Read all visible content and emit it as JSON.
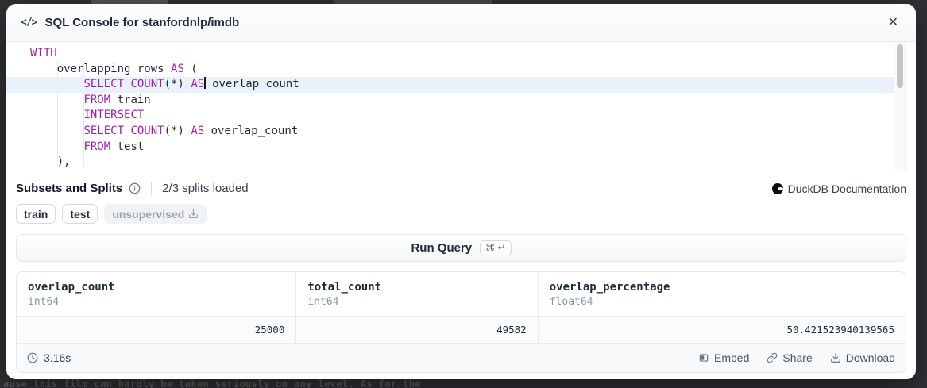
{
  "window": {
    "title": "SQL Console for stanfordnlp/imdb",
    "close": "✕"
  },
  "editor": {
    "active_line": 2,
    "lines": [
      [
        [
          "kw",
          "WITH"
        ]
      ],
      [
        [
          "pl",
          "    overlapping_rows "
        ],
        [
          "kw",
          "AS"
        ],
        [
          "pl",
          " ("
        ]
      ],
      [
        [
          "pl",
          "        "
        ],
        [
          "kw",
          "SELECT"
        ],
        [
          "pl",
          " "
        ],
        [
          "kw",
          "COUNT"
        ],
        [
          "pl",
          "(*) "
        ],
        [
          "kw",
          "AS"
        ],
        [
          "cur",
          ""
        ],
        [
          "pl",
          " overlap_count"
        ]
      ],
      [
        [
          "pl",
          "        "
        ],
        [
          "kw",
          "FROM"
        ],
        [
          "pl",
          " train"
        ]
      ],
      [
        [
          "pl",
          "        "
        ],
        [
          "kw",
          "INTERSECT"
        ]
      ],
      [
        [
          "pl",
          "        "
        ],
        [
          "kw",
          "SELECT"
        ],
        [
          "pl",
          " "
        ],
        [
          "kw",
          "COUNT"
        ],
        [
          "pl",
          "(*) "
        ],
        [
          "kw",
          "AS"
        ],
        [
          "pl",
          " overlap_count"
        ]
      ],
      [
        [
          "pl",
          "        "
        ],
        [
          "kw",
          "FROM"
        ],
        [
          "pl",
          " test"
        ]
      ],
      [
        [
          "pl",
          "    ),"
        ]
      ]
    ]
  },
  "subsets": {
    "heading": "Subsets and Splits",
    "status": "2/3 splits loaded",
    "documentation_link": "DuckDB Documentation",
    "splits": [
      {
        "label": "train",
        "loaded": true
      },
      {
        "label": "test",
        "loaded": true
      },
      {
        "label": "unsupervised",
        "loaded": false
      }
    ]
  },
  "run_query": {
    "label": "Run Query",
    "shortcut": "⌘ ↵"
  },
  "results": {
    "columns": [
      {
        "name": "overlap_count",
        "type": "int64",
        "value": "25000"
      },
      {
        "name": "total_count",
        "type": "int64",
        "value": "49582"
      },
      {
        "name": "overlap_percentage",
        "type": "float64",
        "value": "50.421523940139565"
      }
    ],
    "duration": "3.16s",
    "actions": {
      "embed": "Embed",
      "share": "Share",
      "download": "Download"
    }
  },
  "background": {
    "dimmed_text": "ause this film can hardly be taken seriously on any level. As for the"
  },
  "colors": {
    "keyword": "#a21caf",
    "active_line": "#e9f2fc",
    "overlay": "#2f3134"
  }
}
